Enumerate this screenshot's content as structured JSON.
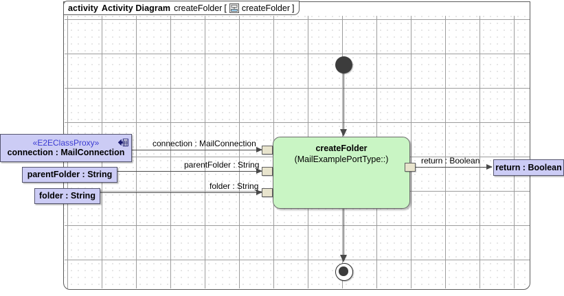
{
  "diagram": {
    "frame": {
      "keyword": "activity",
      "type_label": "Activity Diagram",
      "name": "createFolder",
      "bracket_open": "[",
      "bracket_close": "]",
      "qualifier": "createFolder",
      "icon": "activity-diagram-icon"
    },
    "colors": {
      "action_fill": "#c9f5c4",
      "pin_node_fill": "#ccccf5",
      "pin_fill": "#e8e4cd",
      "stereotype_text": "#3b3bd1",
      "border": "#5a5a5a",
      "edge": "#4a4a4a",
      "canvas": "#ffffff"
    },
    "action": {
      "name": "createFolder",
      "qualified": "(MailExamplePortType::)"
    },
    "input_nodes": [
      {
        "stereotype": "«E2EClassProxy»",
        "label": "connection : MailConnection",
        "has_icon": true,
        "icon": "class-proxy-icon"
      },
      {
        "stereotype": "",
        "label": "parentFolder : String",
        "has_icon": false,
        "icon": ""
      },
      {
        "stereotype": "",
        "label": "folder : String",
        "has_icon": false,
        "icon": ""
      }
    ],
    "output_nodes": [
      {
        "label": "return : Boolean"
      }
    ],
    "edge_labels": {
      "connection": "connection : MailConnection",
      "parent_folder": "parentFolder : String",
      "folder": "folder : String",
      "return": "return : Boolean"
    },
    "control_nodes": {
      "initial": "initial-node",
      "final": "activity-final-node"
    }
  }
}
